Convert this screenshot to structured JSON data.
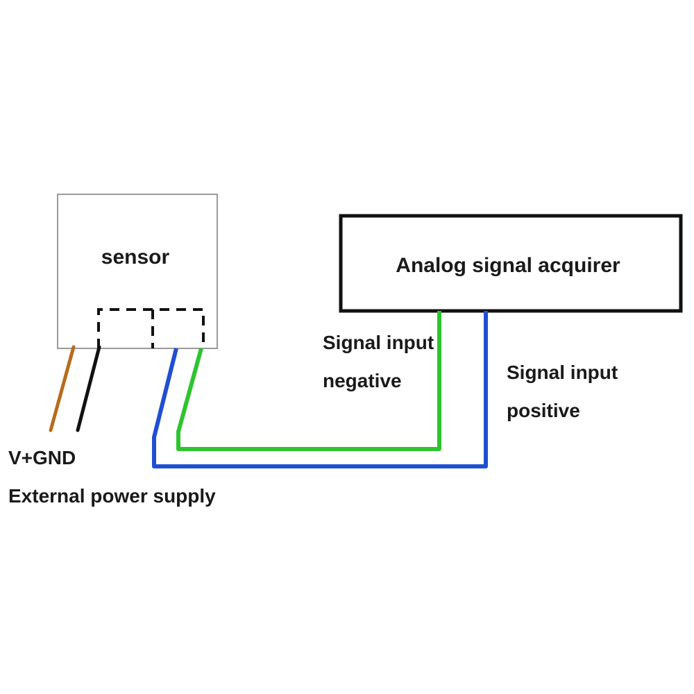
{
  "sensor": {
    "label": "sensor"
  },
  "acquirer": {
    "label": "Analog signal acquirer"
  },
  "signal_negative": {
    "line1": "Signal input",
    "line2": "negative"
  },
  "signal_positive": {
    "line1": "Signal input",
    "line2": "positive"
  },
  "power": {
    "line1": "V+GND",
    "line2": "External power supply"
  },
  "colors": {
    "power_positive_wire": "#b86b1c",
    "ground_wire": "#111111",
    "signal_negative_wire": "#2ec42e",
    "signal_positive_wire": "#1f4fd1",
    "box_border_sensor": "#9a9a9a",
    "box_border_acquirer": "#111111"
  }
}
